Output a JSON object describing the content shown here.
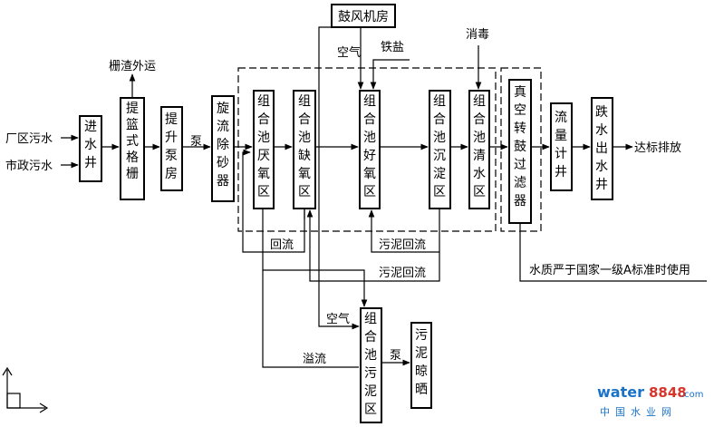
{
  "nodes": {
    "intake_well": "进水井",
    "basket_screen": "提篮式格栅",
    "lift_pump": "提升泵房",
    "vortex_grit": "旋流除砂器",
    "anaerobic": "组合池厌氧区",
    "anoxic": "组合池缺氧区",
    "aerobic": "组合池好氧区",
    "settling": "组合池沉淀区",
    "clear_water": "组合池清水区",
    "drum_filter": "真空转鼓过滤器",
    "flow_well": "流量计井",
    "drop_well": "跌水出水井",
    "blower": "鼓风机房",
    "sludge_zone": "组合池污泥区",
    "sludge_dry": "污泥晾晒"
  },
  "labels": {
    "industrial_sewage": "厂区污水",
    "municipal_sewage": "市政污水",
    "screenings": "栅渣外运",
    "pump": "泵",
    "air_top": "空气",
    "iron_salt": "铁盐",
    "disinfect": "消毒",
    "discharge": "达标排放",
    "return_flow": "回流",
    "sludge_return_1": "污泥回流",
    "sludge_return_2": "污泥回流",
    "air_bottom": "空气",
    "overflow": "溢流",
    "pump_bottom": "泵",
    "note": "水质严于国家一级A标准时使用"
  },
  "watermark": {
    "brand_a": "water",
    "brand_b": "8848",
    "brand_suffix": ".com",
    "brand_cn": "中国水业网"
  },
  "colors": {
    "watermark_blue": "#1a73c9",
    "watermark_red": "#d9342b"
  }
}
